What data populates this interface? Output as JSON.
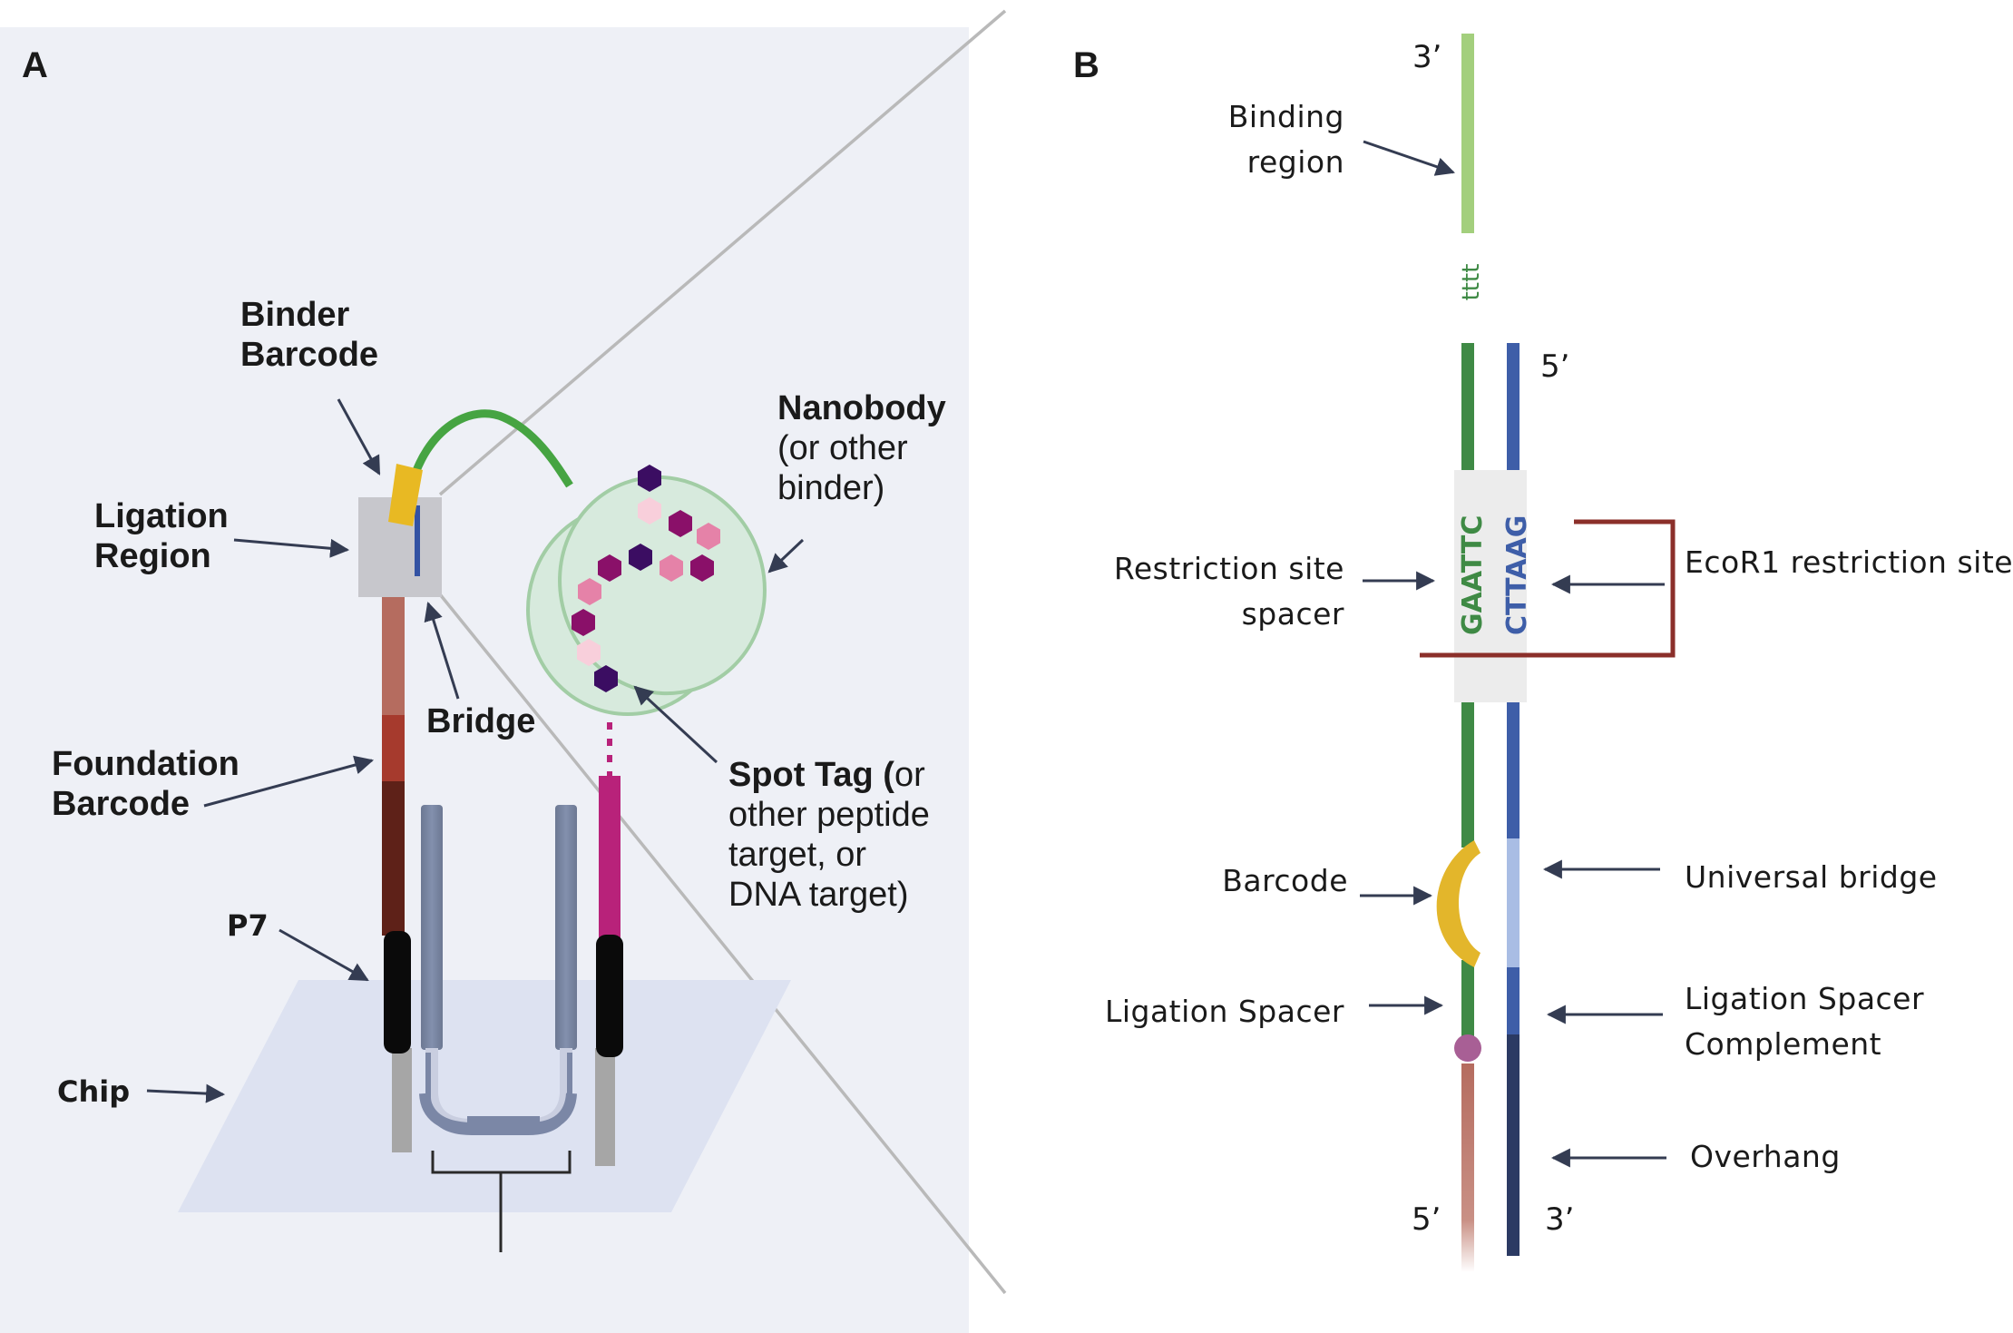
{
  "panel_a": {
    "letter": "A",
    "binder_barcode": [
      "Binder",
      "Barcode"
    ],
    "ligation_region": [
      "Ligation",
      "Region"
    ],
    "nanobody": {
      "title": "Nanobody",
      "lines": [
        "(or other",
        "binder)"
      ]
    },
    "bridge": "Bridge",
    "foundation_barcode": [
      "Foundation",
      "Barcode"
    ],
    "spot_tag": {
      "title": "Spot Tag (",
      "title_suffix": "or",
      "lines": [
        "other peptide",
        "target, or",
        "DNA target)"
      ]
    },
    "p7": "P7",
    "chip": "Chip"
  },
  "panel_b": {
    "letter": "B",
    "top_end": "3’",
    "binding_region": [
      "Binding",
      "region"
    ],
    "linker": "tttt",
    "blue_top_end": "5’",
    "restriction_site_spacer": [
      "Restriction site",
      "spacer"
    ],
    "seq_green": "GAATTC",
    "seq_blue": "CTTAAG",
    "ecor1": "EcoR1 restriction site",
    "barcode": "Barcode",
    "universal_bridge": "Universal bridge",
    "ligation_spacer": "Ligation Spacer",
    "ligation_spacer_complement": [
      "Ligation Spacer",
      "Complement"
    ],
    "overhang": "Overhang",
    "bottom_left_end": "5’",
    "bottom_right_end": "3’"
  },
  "colors": {
    "panel_bg": "#eef0f6",
    "chip": "#dde2f1",
    "green_strand": "#3f8a45",
    "light_green": "#a3cf7d",
    "blue_strand": "#3e5ea8",
    "light_blue": "#a9bde4",
    "navy": "#2b3a63",
    "salmon": "#b56c5f",
    "barcode_gold": "#e3b62b",
    "ecor1_bracket": "#8b2f2a",
    "magenta": "#b8227a",
    "nanobody_fill": "#d7eadd",
    "arrow": "#343c52"
  },
  "icons": {
    "spot_tag_residues": "hexagon-icon",
    "ligation_junction": "circle-icon"
  }
}
